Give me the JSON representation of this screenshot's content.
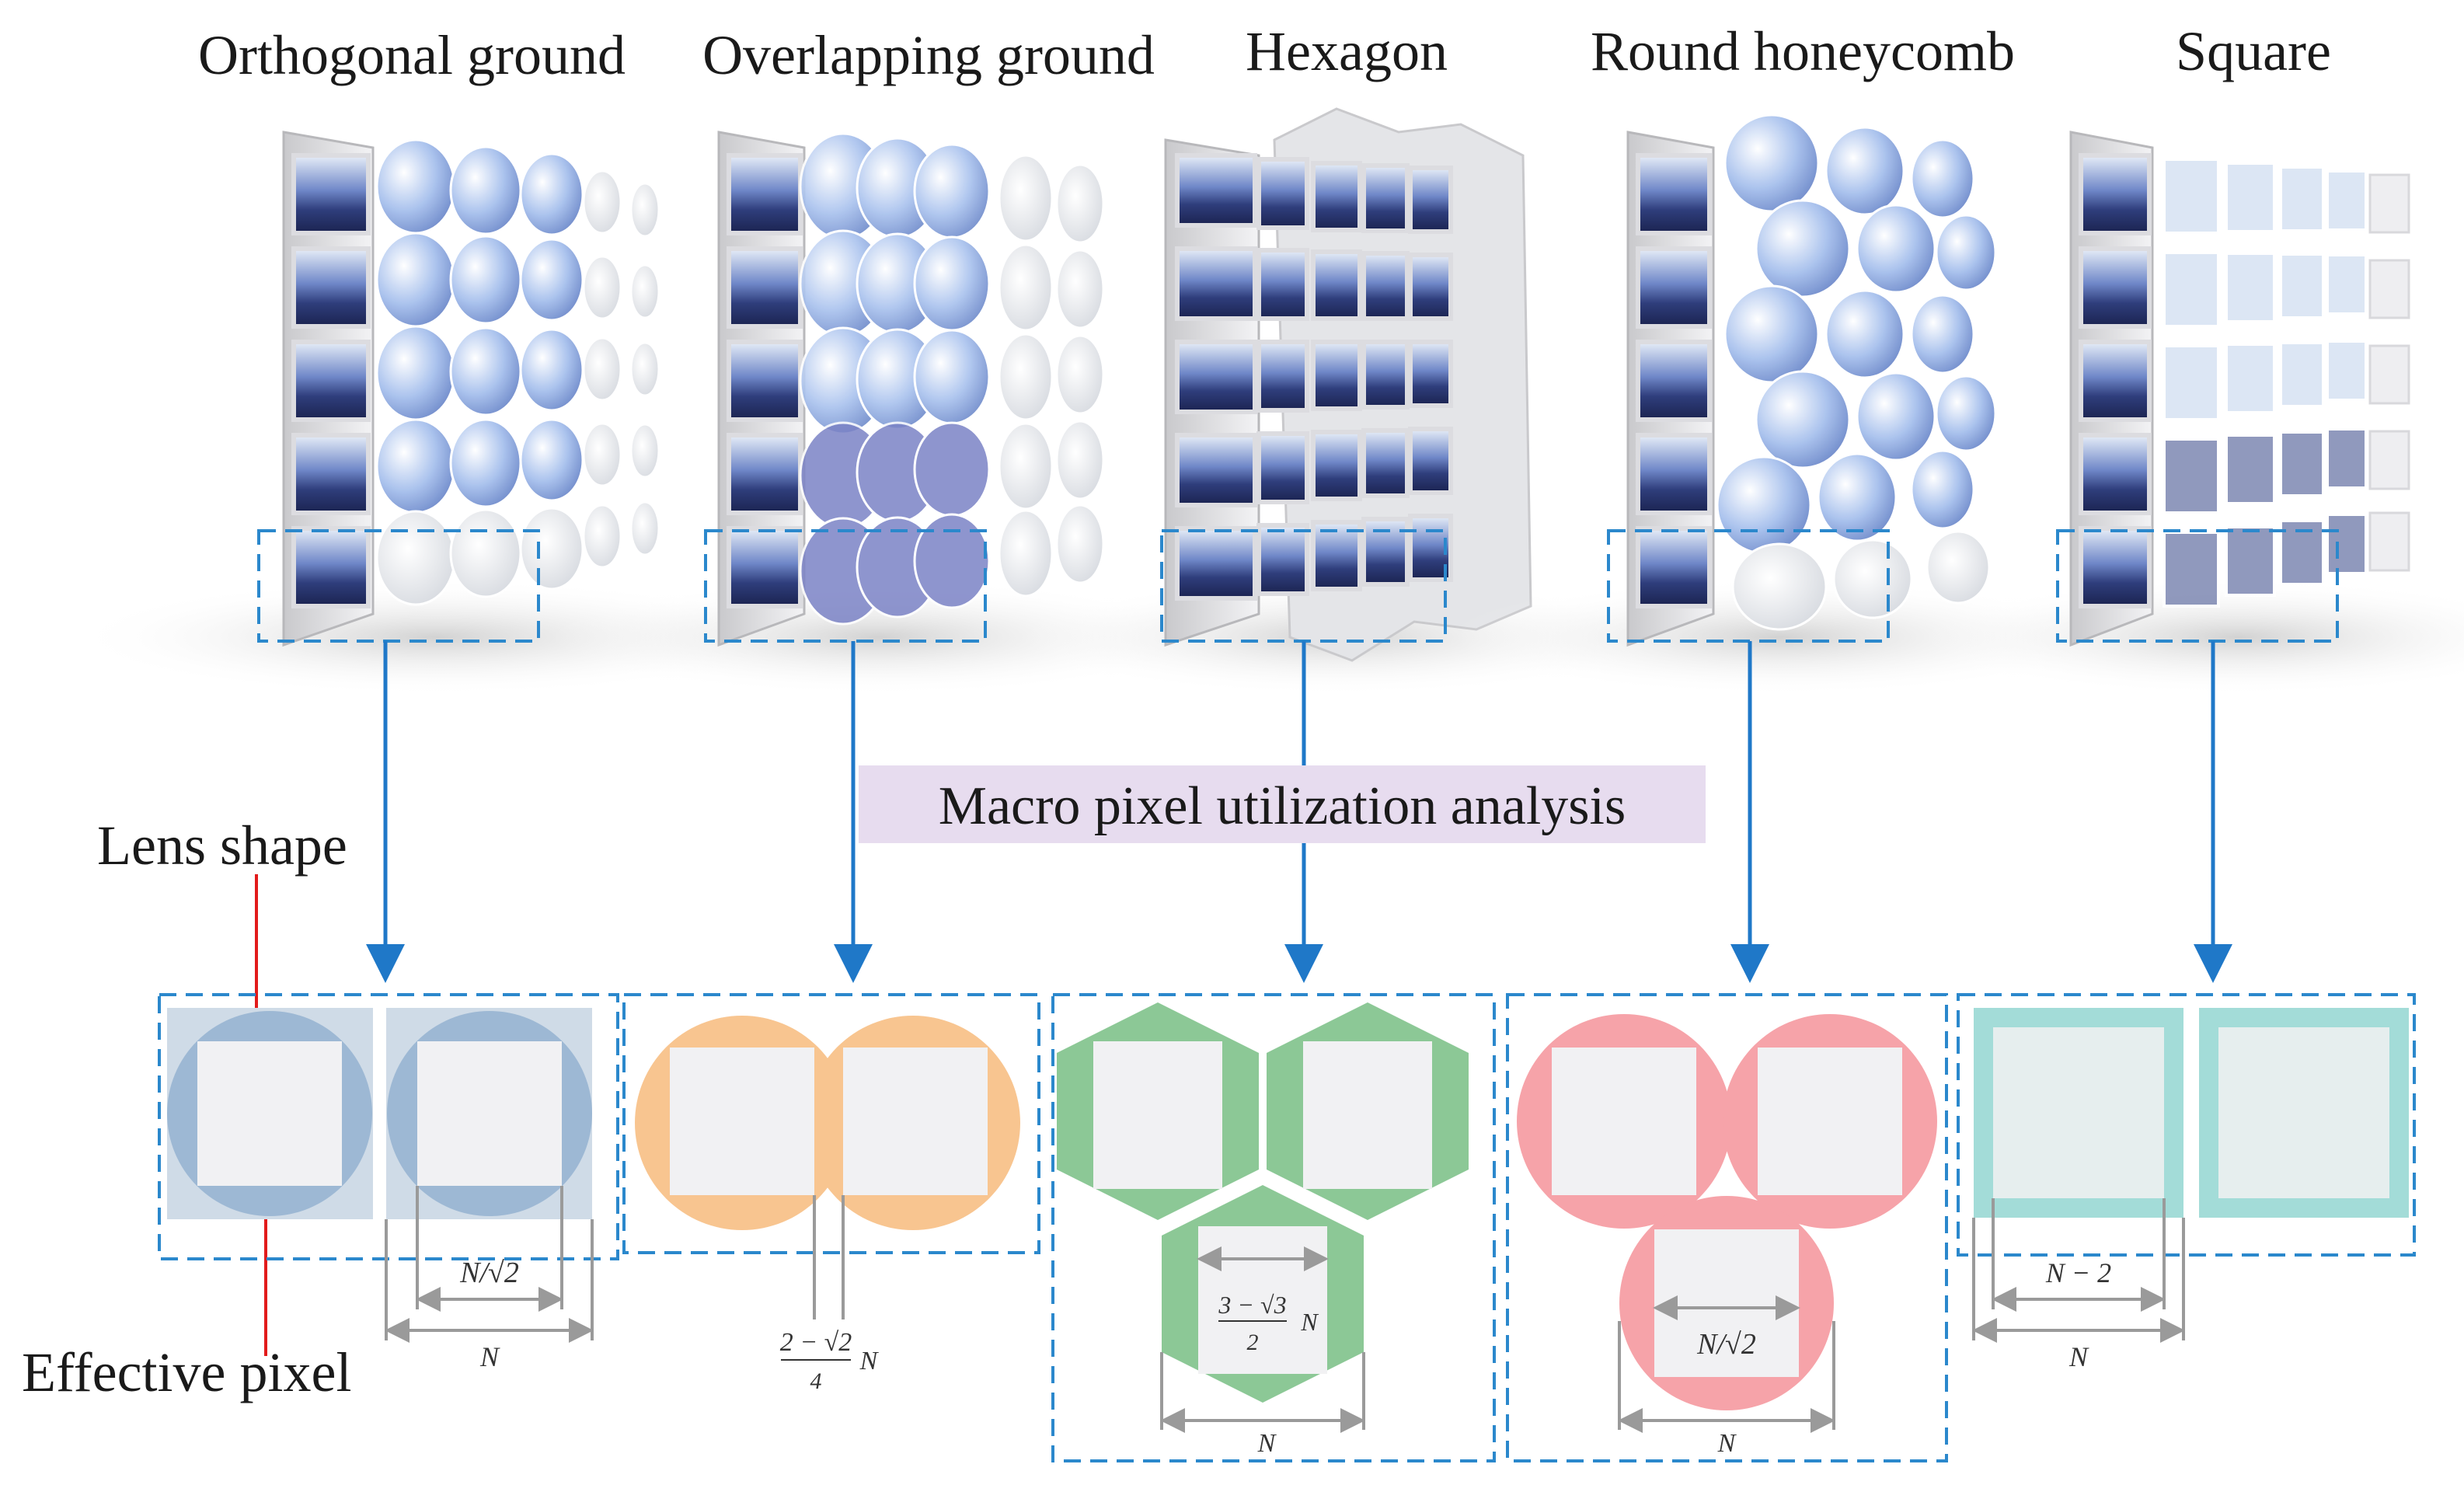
{
  "titles": {
    "orthogonal": "Orthogonal ground",
    "overlapping": "Overlapping ground",
    "hexagon": "Hexagon",
    "round": "Round honeycomb",
    "square": "Square"
  },
  "banner": "Macro pixel utilization analysis",
  "labels": {
    "lens_shape": "Lens shape",
    "effective_pixel": "Effective pixel"
  },
  "dimensions": {
    "orthogonal_inner": "N/√2",
    "orthogonal_outer": "N",
    "overlap_num": "2 − √2",
    "overlap_den": "4",
    "overlap_var": "N",
    "hex_num": "3 − √3",
    "hex_den": "2",
    "hex_var": "N",
    "hex_outer": "N",
    "round_inner": "N/√2",
    "round_outer": "N",
    "square_inner": "N − 2",
    "square_outer": "N"
  },
  "colors": {
    "orthogonal": "#9db8d4",
    "orthogonal_bg": "#cfdbe7",
    "overlapping": "#f8c590",
    "hexagon": "#8cc896",
    "round": "#f6a3a9",
    "square": "#a3dcd8",
    "effective_pixel": "#f1f1f3",
    "dashed_box": "#2b88cc",
    "arrow": "#1f78c8",
    "banner_bg": "#e7dcef"
  }
}
